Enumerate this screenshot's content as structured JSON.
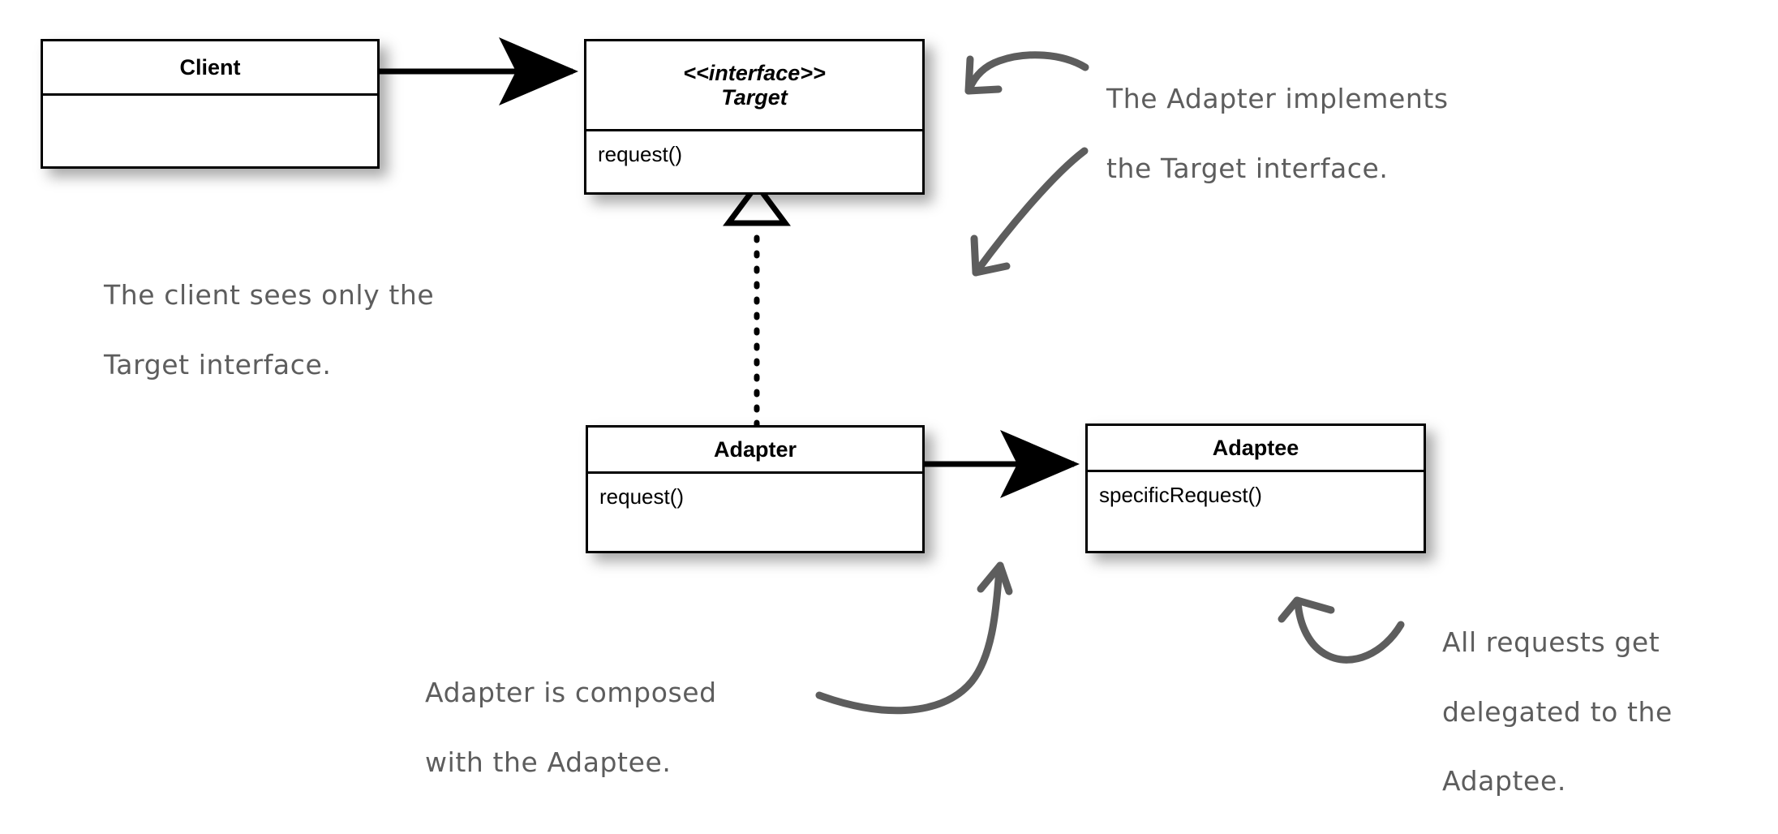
{
  "diagram": {
    "title": "Adapter Pattern class diagram",
    "background_color": "#ffffff",
    "line_color": "#000000",
    "annotation_color": "#5d5d5d"
  },
  "classes": {
    "client": {
      "name": "Client",
      "stereotype": "",
      "members": []
    },
    "target": {
      "name": "Target",
      "stereotype": "<<interface>>",
      "members": [
        "request()"
      ]
    },
    "adapter": {
      "name": "Adapter",
      "stereotype": "",
      "members": [
        "request()"
      ]
    },
    "adaptee": {
      "name": "Adaptee",
      "stereotype": "",
      "members": [
        "specificRequest()"
      ]
    }
  },
  "relationships": [
    {
      "name": "client-uses-target",
      "type": "association",
      "from": "Client",
      "to": "Target",
      "style": "solid-filled-arrow"
    },
    {
      "name": "adapter-implements-target",
      "type": "realization",
      "from": "Adapter",
      "to": "Target",
      "style": "dotted-hollow-triangle"
    },
    {
      "name": "adapter-composed-with-adaptee",
      "type": "association",
      "from": "Adapter",
      "to": "Adaptee",
      "style": "solid-filled-arrow"
    }
  ],
  "annotations": {
    "client_note": {
      "line1": "The client sees only the",
      "line2": "Target interface."
    },
    "adapter_implements_note": {
      "line1": "The Adapter implements",
      "line2": "the Target interface."
    },
    "composition_note": {
      "line1": "Adapter is composed",
      "line2": "with the Adaptee."
    },
    "delegation_note": {
      "line1": "All requests get",
      "line2": "delegated to the",
      "line3": "Adaptee."
    }
  }
}
